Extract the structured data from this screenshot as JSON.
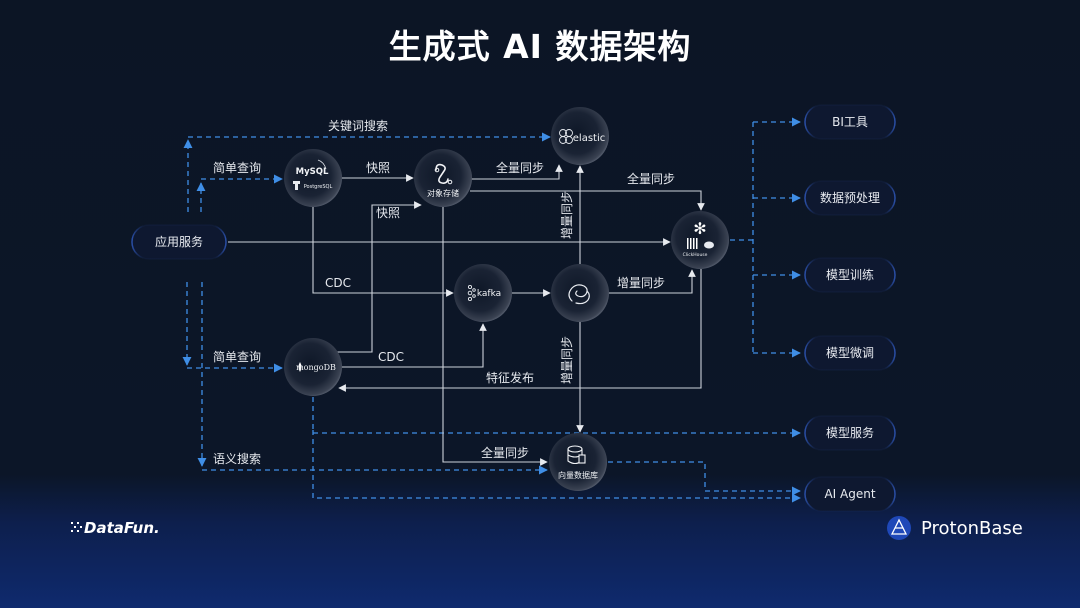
{
  "title": "生成式 AI 数据架构",
  "source": {
    "label": "应用服务"
  },
  "nodes": {
    "mysql": {
      "line1": "MySQL",
      "line2": "PostgreSQL",
      "icon": "mysql-postgresql-logo"
    },
    "object_storage": {
      "label": "对象存储",
      "icon": "object-storage-icon"
    },
    "elastic": {
      "label": "elastic",
      "icon": "elastic-logo"
    },
    "clickhouse": {
      "label": "ClickHouse",
      "icon": "snowflake-clickhouse-logo"
    },
    "kafka": {
      "label": "kafka",
      "icon": "kafka-logo"
    },
    "flink": {
      "icon": "flink-squirrel-logo"
    },
    "mongodb": {
      "label": "mongoDB",
      "icon": "mongodb-logo"
    },
    "vector_db": {
      "label": "向量数据库",
      "icon": "database-icon"
    }
  },
  "targets": [
    "BI工具",
    "数据预处理",
    "模型训练",
    "模型微调",
    "模型服务",
    "AI Agent"
  ],
  "edges": {
    "keyword_search": "关键词搜索",
    "simple_query_top": "简单查询",
    "snapshot_1": "快照",
    "snapshot_2": "快照",
    "full_sync_es": "全量同步",
    "full_sync_ch": "全量同步",
    "cdc_1": "CDC",
    "cdc_2": "CDC",
    "incr_sync_es": "增量同步",
    "incr_sync_ch": "增量同步",
    "incr_sync_vec": "增量同步",
    "feature_publish": "特征发布",
    "simple_query_bottom": "简单查询",
    "semantic_search": "语义搜索",
    "full_sync_vec": "全量同步"
  },
  "footer": {
    "left_logo": "DataFun.",
    "right_logo": "ProtonBase"
  },
  "colors": {
    "background": "#0c1525",
    "footer_gradient": "#0f2a6e",
    "dashed_flow": "#3f8ee6",
    "solid_flow": "#cdd2da",
    "pill_accent": "#1f3d86"
  }
}
